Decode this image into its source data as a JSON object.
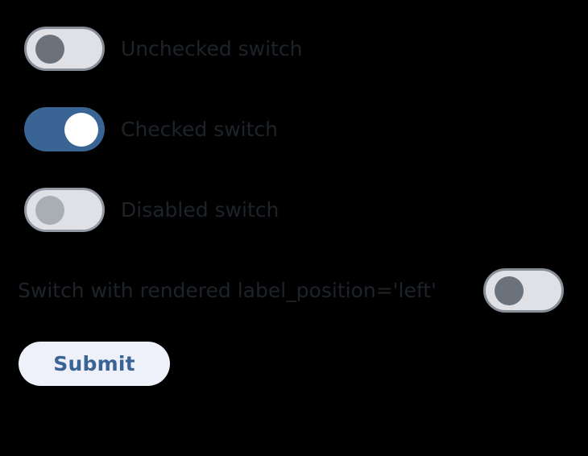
{
  "theme": {
    "background": "#000000",
    "label_color": "#1e2329",
    "track_off_fill": "#dfe1e6",
    "track_off_border": "#868d96",
    "track_disabled_border": "#9299a2",
    "thumb_off": "#6c727c",
    "thumb_disabled": "#a9adb4",
    "track_on_fill": "#3a6494",
    "thumb_on": "#ffffff",
    "button_bg": "#eef0fa",
    "button_text": "#3a6494"
  },
  "switches": [
    {
      "label": "Unchecked switch",
      "state": "unchecked",
      "disabled": false,
      "label_position": "right",
      "icon": "toggle-off-icon"
    },
    {
      "label": "Checked switch",
      "state": "checked",
      "disabled": false,
      "label_position": "right",
      "icon": "toggle-on-icon"
    },
    {
      "label": "Disabled switch",
      "state": "unchecked",
      "disabled": true,
      "label_position": "right",
      "icon": "toggle-off-icon"
    },
    {
      "label": "Switch with rendered label_position='left'",
      "state": "unchecked",
      "disabled": false,
      "label_position": "left",
      "icon": "toggle-off-icon"
    }
  ],
  "form": {
    "submit_label": "Submit"
  }
}
